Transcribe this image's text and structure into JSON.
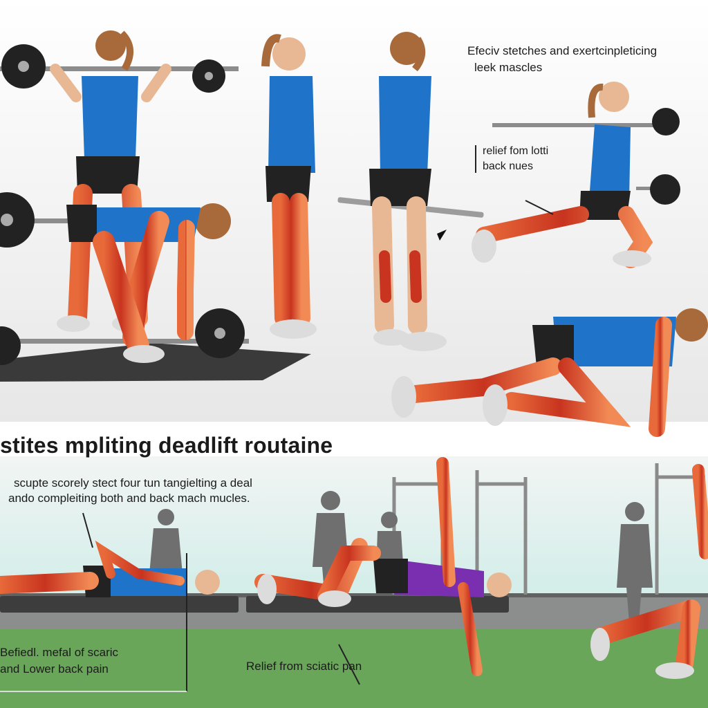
{
  "heading": "stites mpliting deadlift routaine",
  "subtitle": {
    "line1": "scupte scorely stect four tun tangielting a deal",
    "line2": "ando compleiting both and back mach mucles."
  },
  "top_right_caption": {
    "line1": "Efeciv stetches and exertcinpleticing",
    "line2": "leek mascles"
  },
  "mid_right_caption": {
    "line1": "relief fom lotti",
    "line2": "back nues"
  },
  "bottom_left_caption": {
    "line1": "Befiedl. mefal of scaric",
    "line2": "and Lower back pain"
  },
  "bottom_mid_caption": "Relief from sciatic pan",
  "colors": {
    "tank": "#1f74c9",
    "shorts": "#222222",
    "muscle": "#d9492a",
    "skin": "#e7b893",
    "hair": "#a86a3a",
    "floor": "#6aa65a",
    "mat": "#333333"
  }
}
